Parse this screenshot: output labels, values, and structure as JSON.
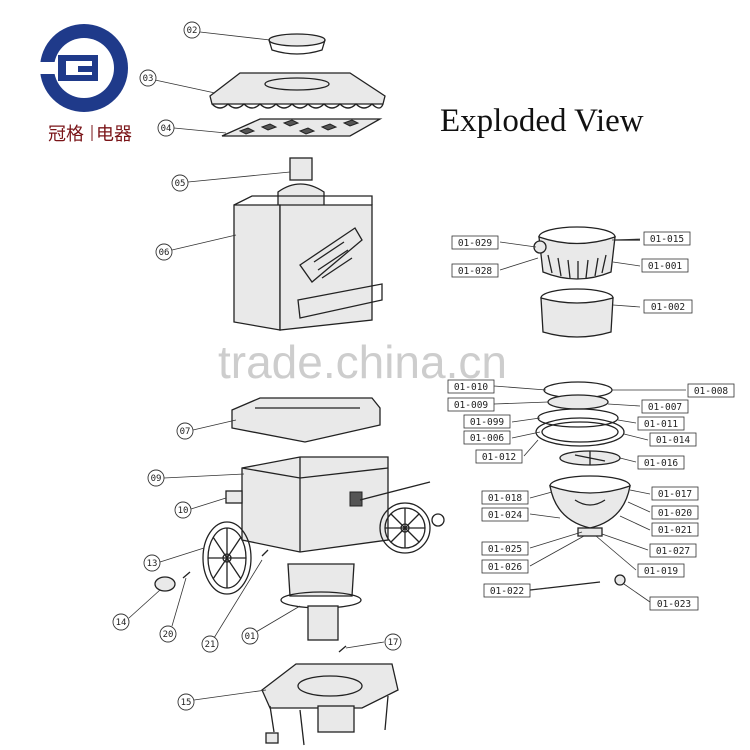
{
  "logo": {
    "name": "冠格",
    "suffix": "电器",
    "colors": {
      "blue": "#1f3a8a",
      "red": "#7a1418"
    }
  },
  "title": "Exploded View",
  "watermark": "trade.china.cn",
  "left_callouts": [
    "02",
    "03",
    "04",
    "05",
    "06",
    "07",
    "09",
    "10",
    "13",
    "14",
    "20",
    "21",
    "01",
    "17",
    "15"
  ],
  "right_labels": [
    "01-029",
    "01-015",
    "01-028",
    "01-001",
    "01-002",
    "01-010",
    "01-008",
    "01-009",
    "01-007",
    "01-099",
    "01-011",
    "01-006",
    "01-014",
    "01-012",
    "01-016",
    "01-018",
    "01-017",
    "01-024",
    "01-020",
    "01-021",
    "01-025",
    "01-027",
    "01-026",
    "01-019",
    "01-022",
    "01-023"
  ]
}
